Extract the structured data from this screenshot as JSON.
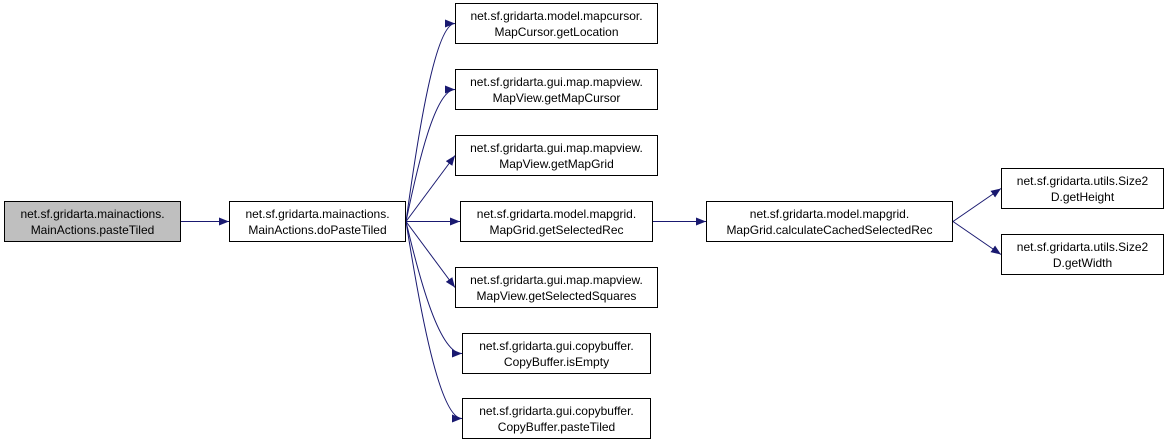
{
  "colors": {
    "edge": "#191970",
    "root_fill": "#bfbfbf",
    "node_fill": "#ffffff",
    "border": "#000000"
  },
  "nodes": [
    {
      "id": "pasteTiled",
      "line1": "net.sf.gridarta.mainactions.",
      "line2": "MainActions.pasteTiled",
      "root": true
    },
    {
      "id": "doPasteTiled",
      "line1": "net.sf.gridarta.mainactions.",
      "line2": "MainActions.doPasteTiled"
    },
    {
      "id": "getLocation",
      "line1": "net.sf.gridarta.model.mapcursor.",
      "line2": "MapCursor.getLocation"
    },
    {
      "id": "getMapCursor",
      "line1": "net.sf.gridarta.gui.map.mapview.",
      "line2": "MapView.getMapCursor"
    },
    {
      "id": "getMapGrid",
      "line1": "net.sf.gridarta.gui.map.mapview.",
      "line2": "MapView.getMapGrid"
    },
    {
      "id": "getSelectedRec",
      "line1": "net.sf.gridarta.model.mapgrid.",
      "line2": "MapGrid.getSelectedRec"
    },
    {
      "id": "getSelectedSquares",
      "line1": "net.sf.gridarta.gui.map.mapview.",
      "line2": "MapView.getSelectedSquares"
    },
    {
      "id": "isEmpty",
      "line1": "net.sf.gridarta.gui.copybuffer.",
      "line2": "CopyBuffer.isEmpty"
    },
    {
      "id": "cbPasteTiled",
      "line1": "net.sf.gridarta.gui.copybuffer.",
      "line2": "CopyBuffer.pasteTiled"
    },
    {
      "id": "calcCached",
      "line1": "net.sf.gridarta.model.mapgrid.",
      "line2": "MapGrid.calculateCachedSelectedRec"
    },
    {
      "id": "getHeight",
      "line1": "net.sf.gridarta.utils.Size2",
      "line2": "D.getHeight"
    },
    {
      "id": "getWidth",
      "line1": "net.sf.gridarta.utils.Size2",
      "line2": "D.getWidth"
    }
  ],
  "edges": [
    {
      "from": "pasteTiled",
      "to": "doPasteTiled"
    },
    {
      "from": "doPasteTiled",
      "to": "getLocation"
    },
    {
      "from": "doPasteTiled",
      "to": "getMapCursor"
    },
    {
      "from": "doPasteTiled",
      "to": "getMapGrid"
    },
    {
      "from": "doPasteTiled",
      "to": "getSelectedRec"
    },
    {
      "from": "doPasteTiled",
      "to": "getSelectedSquares"
    },
    {
      "from": "doPasteTiled",
      "to": "isEmpty"
    },
    {
      "from": "doPasteTiled",
      "to": "cbPasteTiled"
    },
    {
      "from": "getSelectedRec",
      "to": "calcCached"
    },
    {
      "from": "calcCached",
      "to": "getHeight"
    },
    {
      "from": "calcCached",
      "to": "getWidth"
    }
  ]
}
